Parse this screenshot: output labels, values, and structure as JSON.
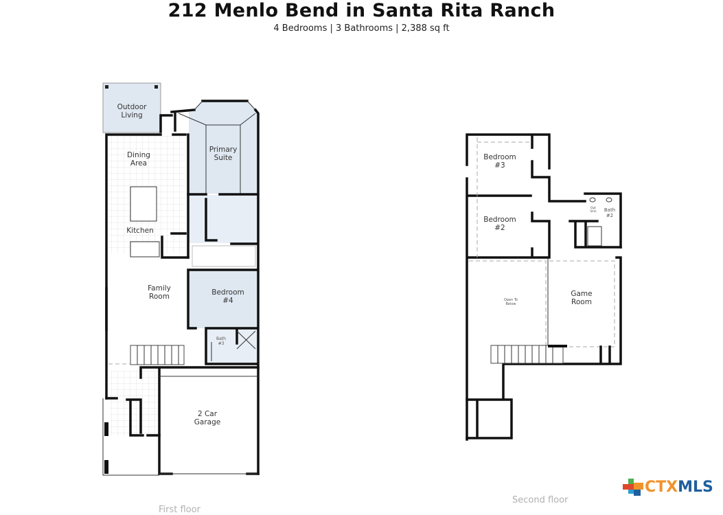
{
  "header": {
    "title": "212 Menlo Bend in Santa Rita Ranch",
    "subtitle": "4 Bedrooms | 3 Bathrooms | 2,388 sq ft"
  },
  "first_floor": {
    "label": "First floor",
    "rooms": {
      "outdoor_living": [
        "Outdoor",
        "Living"
      ],
      "dining_area": [
        "Dining",
        "Area"
      ],
      "kitchen": "Kitchen",
      "primary_suite": [
        "Primary",
        "Suite"
      ],
      "family_room": [
        "Family",
        "Room"
      ],
      "bedroom4": [
        "Bedroom",
        "#4"
      ],
      "bath3": [
        "Bath",
        "#3"
      ],
      "garage": [
        "2 Car",
        "Garage"
      ]
    }
  },
  "second_floor": {
    "label": "Second floor",
    "rooms": {
      "bedroom3": [
        "Bedroom",
        "#3"
      ],
      "bedroom2": [
        "Bedroom",
        "#2"
      ],
      "bath2": [
        "Bath",
        "#2"
      ],
      "opt_sink": [
        "Opt",
        "Sink"
      ],
      "open_to_below": [
        "Open To",
        "Below"
      ],
      "game_room": [
        "Game",
        "Room"
      ]
    }
  },
  "logo": {
    "text_a": "CTX",
    "text_b": "MLS",
    "colors": {
      "orange": "#f0932b",
      "blue": "#1f5f9e",
      "green": "#4caf50",
      "red": "#e0462b"
    }
  }
}
